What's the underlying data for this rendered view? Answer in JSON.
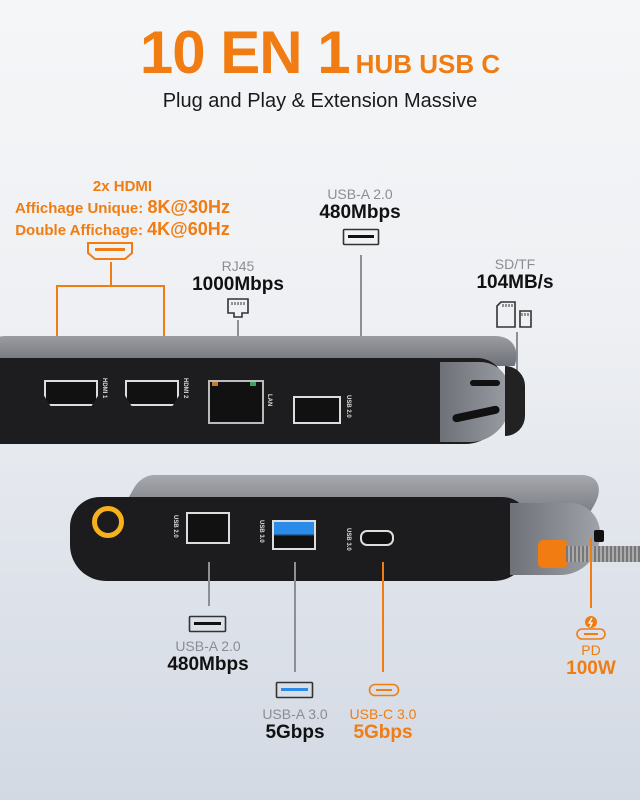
{
  "header": {
    "title_big": "10 EN 1",
    "title_small": "HUB USB C",
    "subtitle": "Plug and Play & Extension Massive"
  },
  "top_labels": {
    "hdmi": {
      "heading": "2x HDMI",
      "line1_label": "Affichage Unique:",
      "line1_value": "8K@30Hz",
      "line2_label": "Double Affichage:",
      "line2_value": "4K@60Hz",
      "icon": "hdmi-port-icon"
    },
    "rj45": {
      "name": "RJ45",
      "speed": "1000Mbps",
      "icon": "ethernet-port-icon"
    },
    "usb_a_2_top": {
      "name": "USB-A 2.0",
      "speed": "480Mbps",
      "icon": "usb-a-port-icon"
    },
    "sd_tf": {
      "name": "SD/TF",
      "speed": "104MB/s",
      "icon": "sd-card-icon"
    }
  },
  "device_top": {
    "port_labels": [
      "HDMI 1",
      "HDMI 2",
      "LAN",
      "USB 2.0"
    ]
  },
  "device_bottom": {
    "port_labels": [
      "USB 2.0",
      "USB 3.0",
      "USB 3.0"
    ]
  },
  "bottom_labels": {
    "usb_a_2": {
      "name": "USB-A 2.0",
      "speed": "480Mbps",
      "icon": "usb-a-port-icon"
    },
    "usb_a_3": {
      "name": "USB-A 3.0",
      "speed": "5Gbps",
      "icon": "usb-a-3-port-icon"
    },
    "usb_c_3": {
      "name": "USB-C 3.0",
      "speed": "5Gbps",
      "icon": "usb-c-port-icon"
    },
    "pd": {
      "name": "PD",
      "speed": "100W",
      "icon": "pd-charging-icon"
    }
  },
  "colors": {
    "accent": "#f07c12",
    "usb3_blue": "#2a8be8",
    "device_dark": "#1c1c1e",
    "device_gray": "#8e9096"
  }
}
